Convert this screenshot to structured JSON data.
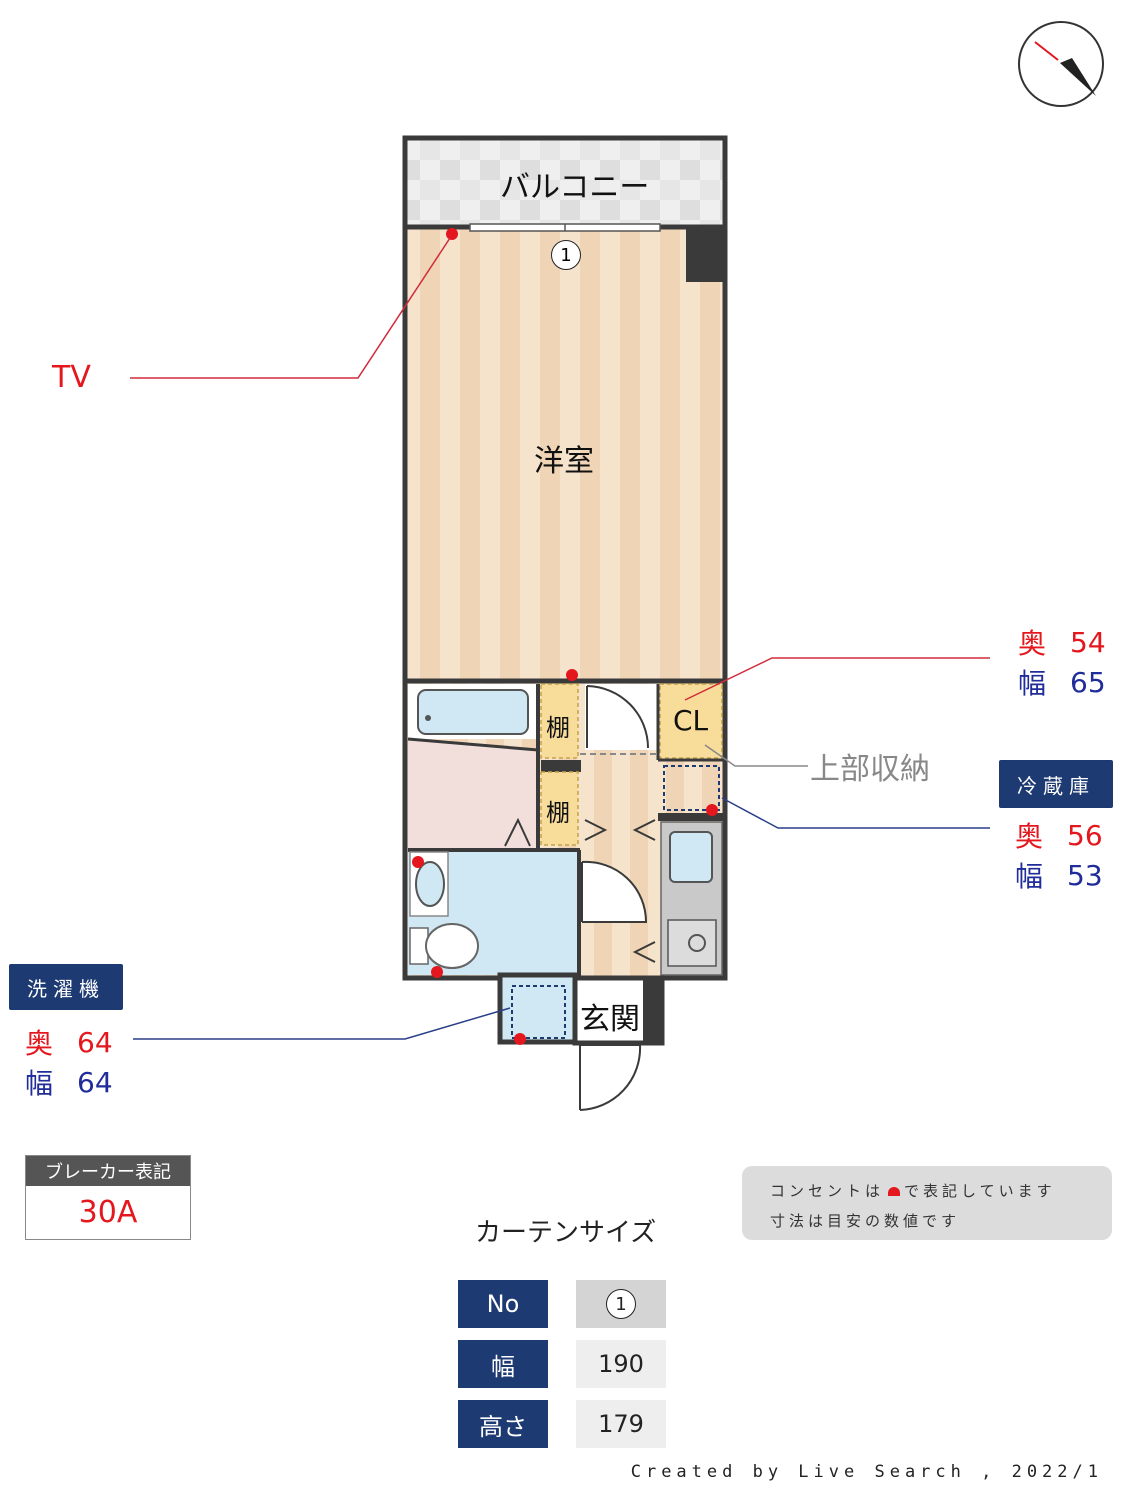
{
  "rooms": {
    "balcony": "バルコニー",
    "western_room": "洋室",
    "shelf_upper": "棚",
    "shelf_lower": "棚",
    "closet": "CL",
    "entrance": "玄関"
  },
  "window_marker": "1",
  "callouts": {
    "tv": "TV",
    "upper_storage": "上部収納",
    "closet_depth_key": "奥",
    "closet_depth": "54",
    "closet_width_key": "幅",
    "closet_width": "65",
    "fridge_tag": "冷蔵庫",
    "fridge_depth_key": "奥",
    "fridge_depth": "56",
    "fridge_width_key": "幅",
    "fridge_width": "53",
    "washer_tag": "洗濯機",
    "washer_depth_key": "奥",
    "washer_depth": "64",
    "washer_width_key": "幅",
    "washer_width": "64"
  },
  "breaker": {
    "label": "ブレーカー表記",
    "value": "30A"
  },
  "note": {
    "line1_a": "コンセントは",
    "line1_b": "で表記しています",
    "line2": "寸法は目安の数値です"
  },
  "curtain": {
    "title": "カーテンサイズ",
    "rows": [
      {
        "header": "No",
        "value": "1"
      },
      {
        "header": "幅",
        "value": "190"
      },
      {
        "header": "高さ",
        "value": "179"
      }
    ]
  },
  "credit": "Created by Live Search , 2022/1",
  "colors": {
    "outlet_red": "#e3171d",
    "navy": "#1d3a72",
    "wall": "#3a3a3a",
    "floor_wood": "#f3dcc2",
    "wet_area_blue": "#cfe8f3",
    "closet_yellow": "#f8dc9a"
  }
}
